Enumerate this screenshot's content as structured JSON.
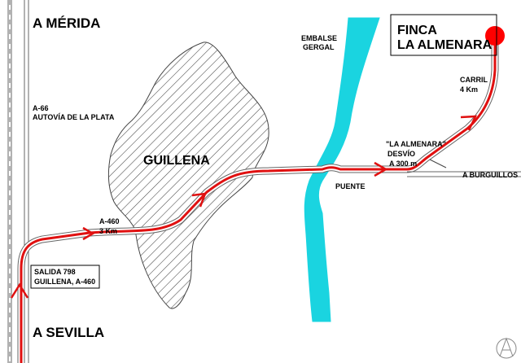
{
  "labels": {
    "merida": "A MÉRIDA",
    "sevilla": "A SEVILLA",
    "a66": "A-66",
    "autovia": "AUTOVÍA DE LA PLATA",
    "town": "GUILLENA",
    "embalse": "EMBALSE",
    "gergal": "GERGAL",
    "finca_line1": "FINCA",
    "finca_line2": "LA ALMENARA",
    "carril": "CARRIL",
    "carril_km": "4 Km",
    "almenara_quote": "\"LA ALMENARA\"",
    "desvio": "DESVÍO",
    "a300": "A 300 m",
    "burguillos": "A BURGUILLOS",
    "puente": "PUENTE",
    "a460": "A-460",
    "a460_km": "3 Km",
    "salida_line1": "SALIDA 798",
    "salida_line2": "GUILLENA, A-460"
  },
  "colors": {
    "route": "#e01010",
    "river": "#1ad4e0",
    "road_outline": "#555555",
    "destination": "#ff0000",
    "town_hatch": "#444444"
  },
  "icons": {
    "destination": "red-circle",
    "watermark": "compass-logo"
  }
}
